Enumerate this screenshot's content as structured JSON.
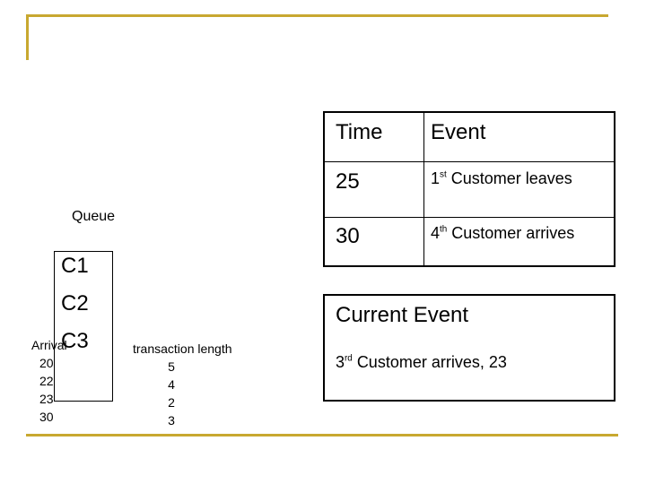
{
  "colors": {
    "accent": "#C8A830",
    "line": "#000000",
    "background": "#FFFFFF"
  },
  "queue": {
    "label": "Queue",
    "items": [
      "C1",
      "C2",
      "C3"
    ]
  },
  "arrivals": {
    "header": "Arrival",
    "values": [
      "20",
      "22",
      "23",
      "30"
    ]
  },
  "transactions": {
    "header": "transaction length",
    "values": [
      "5",
      "4",
      "2",
      "3"
    ]
  },
  "event_table": {
    "headers": {
      "time": "Time",
      "event": "Event"
    },
    "rows": [
      {
        "time": "25",
        "ordinal": "1",
        "suffix": "st",
        "text": "Customer leaves"
      },
      {
        "time": "30",
        "ordinal": "4",
        "suffix": "th",
        "text": "Customer arrives"
      }
    ]
  },
  "current_event": {
    "title": "Current Event",
    "ordinal": "3",
    "suffix": "rd",
    "text": "Customer arrives, 23"
  }
}
